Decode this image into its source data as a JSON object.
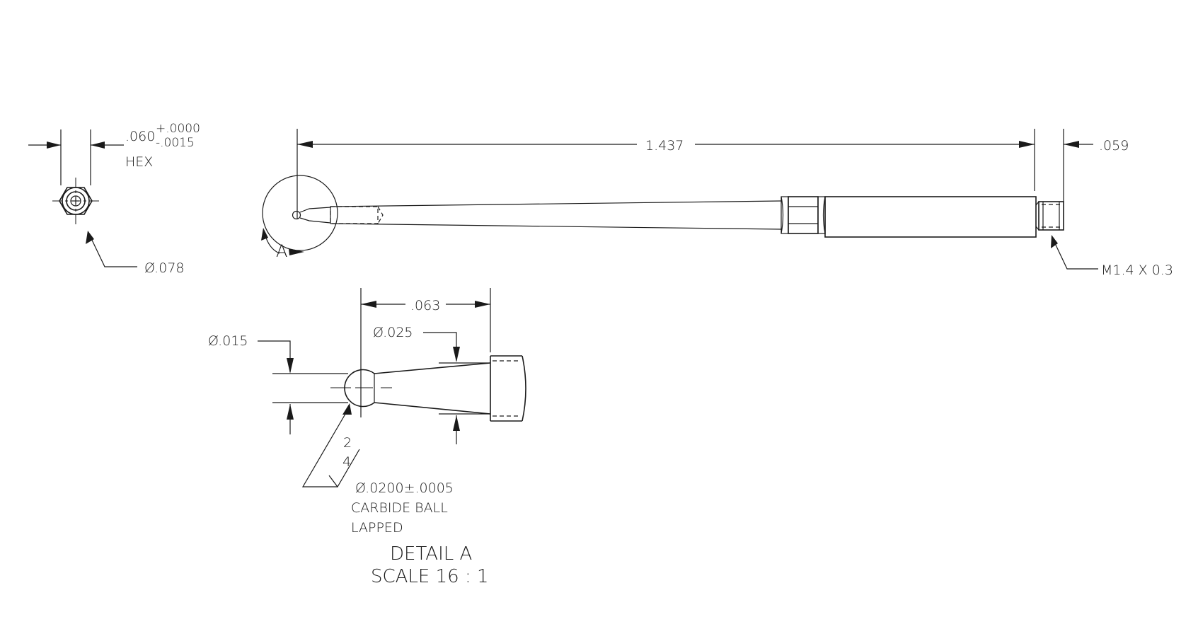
{
  "end_view": {
    "width_dim_main": ".060",
    "width_tol_plus": "+.0000",
    "width_tol_minus": "-.0015",
    "hex_label": "HEX",
    "diameter_label": "Ø.078"
  },
  "side_view": {
    "overall_length": "1.437",
    "end_length": ".059",
    "thread_callout": "M1.4 X 0.3",
    "detail_label": "A"
  },
  "detail_view": {
    "ball_offset": ".063",
    "neck_diameter": "Ø.025",
    "ball_stem_diameter": "Ø.015",
    "finish_top": "2",
    "finish_bottom": "4",
    "ball_spec": "Ø.0200±.0005",
    "ball_material": "CARBIDE BALL",
    "ball_finish": "LAPPED",
    "title": "DETAIL A",
    "scale": "SCALE 16 : 1"
  }
}
